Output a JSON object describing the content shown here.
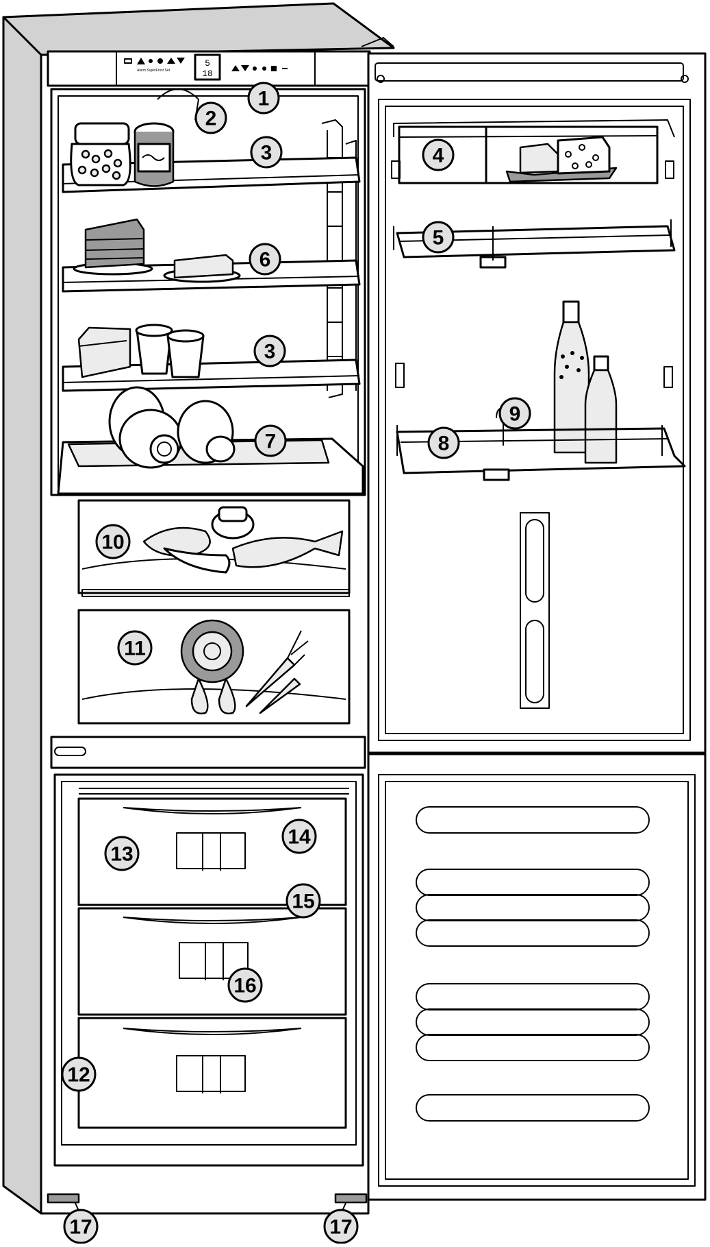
{
  "control_panel": {
    "display_top": "5",
    "display_bottom": "18"
  },
  "callouts": [
    {
      "id": "c1",
      "label": "1"
    },
    {
      "id": "c2",
      "label": "2"
    },
    {
      "id": "c3a",
      "label": "3"
    },
    {
      "id": "c3b",
      "label": "3"
    },
    {
      "id": "c4",
      "label": "4"
    },
    {
      "id": "c5",
      "label": "5"
    },
    {
      "id": "c6",
      "label": "6"
    },
    {
      "id": "c7",
      "label": "7"
    },
    {
      "id": "c8",
      "label": "8"
    },
    {
      "id": "c9",
      "label": "9"
    },
    {
      "id": "c10",
      "label": "10"
    },
    {
      "id": "c11",
      "label": "11"
    },
    {
      "id": "c12",
      "label": "12"
    },
    {
      "id": "c13",
      "label": "13"
    },
    {
      "id": "c14",
      "label": "14"
    },
    {
      "id": "c15",
      "label": "15"
    },
    {
      "id": "c16",
      "label": "16"
    },
    {
      "id": "c17a",
      "label": "17"
    },
    {
      "id": "c17b",
      "label": "17"
    }
  ],
  "colors": {
    "outline": "#000000",
    "body_fill": "#ffffff",
    "side_panel": "#d2d2d2",
    "callout_fill": "#e2e2e2"
  }
}
